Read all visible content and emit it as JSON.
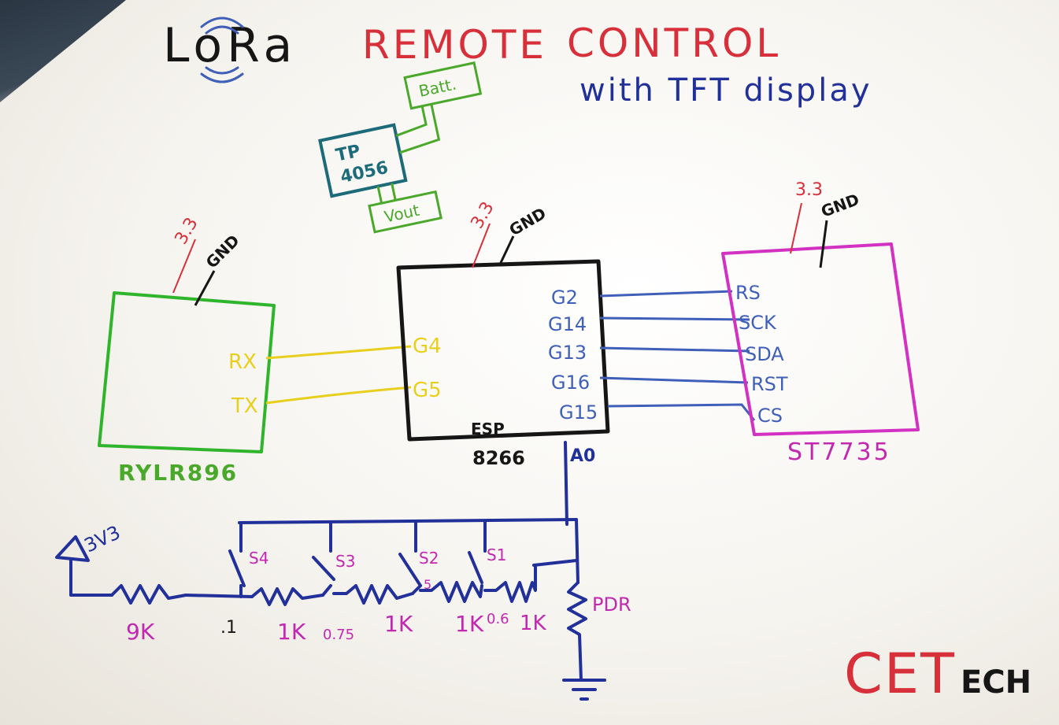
{
  "title": {
    "lora": "LoRa",
    "remote": "REMOTE",
    "control": "CONTROL",
    "subtitle": "with TFT display"
  },
  "charger": {
    "chip": [
      "TP",
      "4056"
    ],
    "batt": "Batt.",
    "vout": "Vout"
  },
  "lora_module": {
    "name": "RYLR896",
    "vcc": "3.3",
    "gnd": "GND",
    "rx": "RX",
    "tx": "TX"
  },
  "mcu": {
    "name_line1": "ESP",
    "name_line2": "8266",
    "vcc": "3.3",
    "gnd": "GND",
    "left_pins": [
      "G4",
      "G5"
    ],
    "right_pins": [
      "G2",
      "G14",
      "G13",
      "G16",
      "G15"
    ],
    "adc": "A0"
  },
  "display": {
    "name": "ST7735",
    "vcc": "3.3",
    "gnd": "GND",
    "pins": [
      "RS",
      "SCK",
      "SDA",
      "RST",
      "CS"
    ]
  },
  "ladder": {
    "supply": "3V3",
    "r_top": "9K",
    "r_pd": "PDR",
    "r_values": [
      "1K",
      "1K",
      "1K",
      "1K"
    ],
    "switches": [
      "S4",
      "S3",
      "S2",
      "S1"
    ],
    "voltages": [
      ".1",
      "0.75"
    ],
    "tap_labels": [
      "5",
      "0.6"
    ]
  },
  "brand": {
    "cet": "CET",
    "ech": "ECH"
  },
  "colors": {
    "green": "#2fb52c",
    "yellow": "#e9cf1d",
    "blue": "#3f5fb8",
    "magenta": "#d231c2",
    "red": "#d8303a",
    "black": "#161616",
    "navy": "#22309a",
    "teal": "#1d6b79",
    "lime": "#4aa82a",
    "pink": "#c228b0"
  }
}
